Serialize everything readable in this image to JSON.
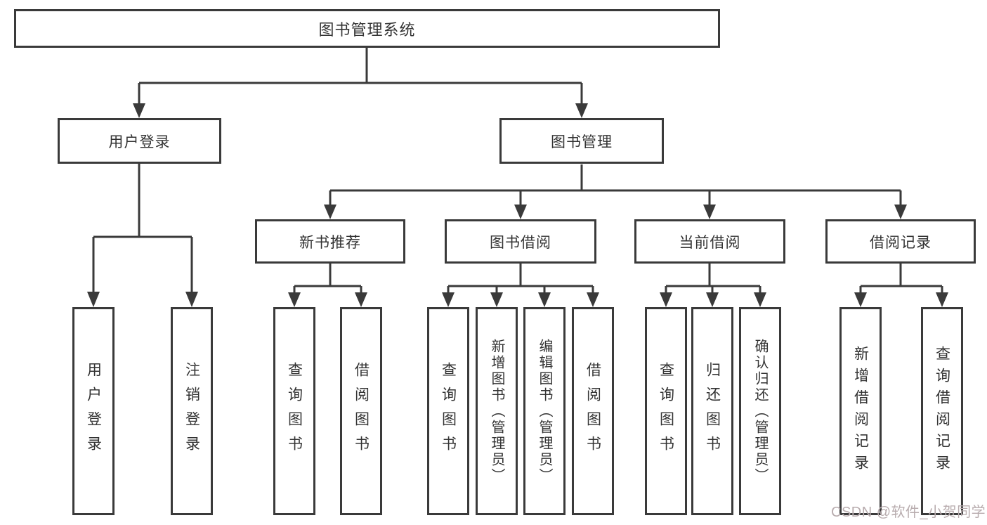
{
  "diagram": {
    "root": "图书管理系统",
    "branches": [
      {
        "label": "用户登录",
        "children": [
          "用户登录",
          "注销登录"
        ]
      },
      {
        "label": "图书管理",
        "children": [
          {
            "label": "新书推荐",
            "children": [
              "查询图书",
              "借阅图书"
            ]
          },
          {
            "label": "图书借阅",
            "children": [
              "查询图书",
              "新增图书（管理员）",
              "编辑图书（管理员）",
              "借阅图书"
            ]
          },
          {
            "label": "当前借阅",
            "children": [
              "查询图书",
              "归还图书",
              "确认归还（管理员）"
            ]
          },
          {
            "label": "借阅记录",
            "children": [
              "新增借阅记录",
              "查询借阅记录"
            ]
          }
        ]
      }
    ]
  },
  "watermark": {
    "text": "CSDN @软件_小贺同学"
  },
  "colors": {
    "line": "#3a3a3a",
    "text": "#333333",
    "watermark": "#b8acae",
    "background": "#ffffff"
  }
}
